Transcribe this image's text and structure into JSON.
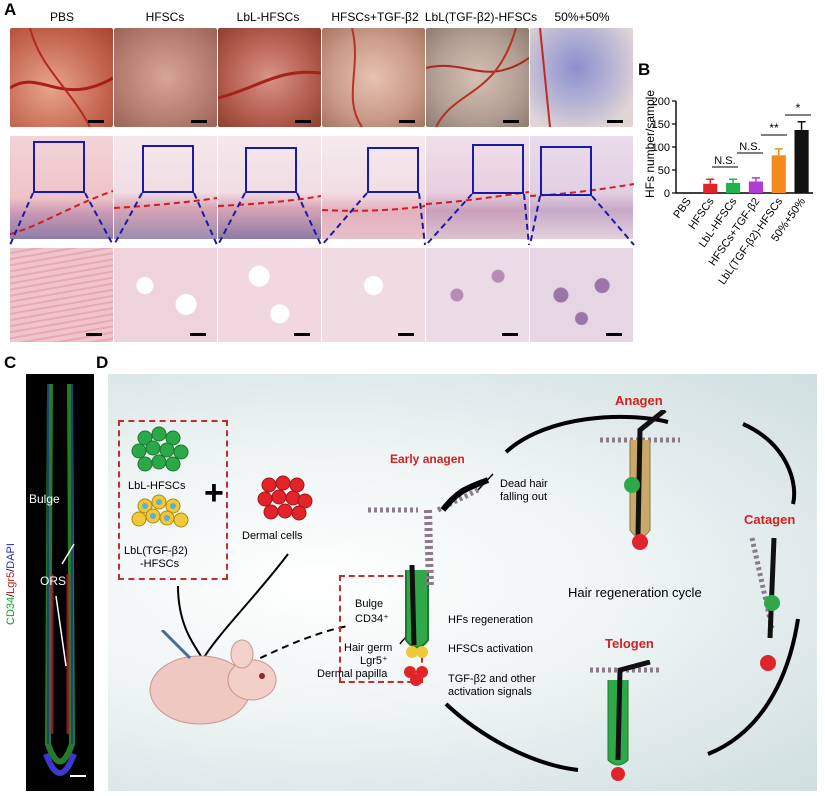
{
  "panel_a": {
    "letter": "A",
    "groups": [
      "PBS",
      "HFSCs",
      "LbL-HFSCs",
      "HFSCs+TGF-β2",
      "LbL(TGF-β2)-HFSCs",
      "50%+50%"
    ]
  },
  "panel_b": {
    "letter": "B",
    "significance": [
      "N.S.",
      "N.S.",
      "**",
      "*"
    ]
  },
  "chart_data": {
    "type": "bar",
    "categories": [
      "PBS",
      "HFSCs",
      "LbL-HFSCs",
      "HFSCs+TGF-β2",
      "LbL(TGF-β2)-HFSCs",
      "50%+50%"
    ],
    "values": [
      0,
      20,
      22,
      25,
      82,
      137
    ],
    "errors": [
      0,
      10,
      8,
      8,
      14,
      18
    ],
    "colors": [
      "#e0242a",
      "#e0242a",
      "#21b24b",
      "#b23ccf",
      "#f28a1c",
      "#111111"
    ],
    "ylabel": "HFs number/sample",
    "ylim": [
      0,
      200
    ],
    "yticks": [
      0,
      50,
      100,
      150,
      200
    ]
  },
  "panel_c": {
    "letter": "C",
    "stain_label_green": "CD34",
    "stain_label_red": "Lgr5",
    "stain_label_blue": "DAPI",
    "bulge": "Bulge",
    "ors": "ORS"
  },
  "panel_d": {
    "letter": "D",
    "lbl_hfscs": "LbL-HFSCs",
    "lbl_tgf_1": "LbL(TGF-β2)",
    "lbl_tgf_2": "-HFSCs",
    "plus": "+",
    "dermal_cells": "Dermal cells",
    "early_anagen": "Early anagen",
    "dead_hair_1": "Dead hair",
    "dead_hair_2": "falling out",
    "anagen": "Anagen",
    "catagen": "Catagen",
    "telogen": "Telogen",
    "cycle": "Hair regeneration cycle",
    "bulge": "Bulge",
    "cd34": "CD34⁺",
    "hair_germ": "Hair germ",
    "lgr5": "Lgr5⁺",
    "dermal_papilla": "Dermal papilla",
    "hfs_regen": "HFs regeneration",
    "hfscs_act": "HFSCs activation",
    "tgf_sig_1": "TGF-β2 and other",
    "tgf_sig_2": "activation signals"
  }
}
